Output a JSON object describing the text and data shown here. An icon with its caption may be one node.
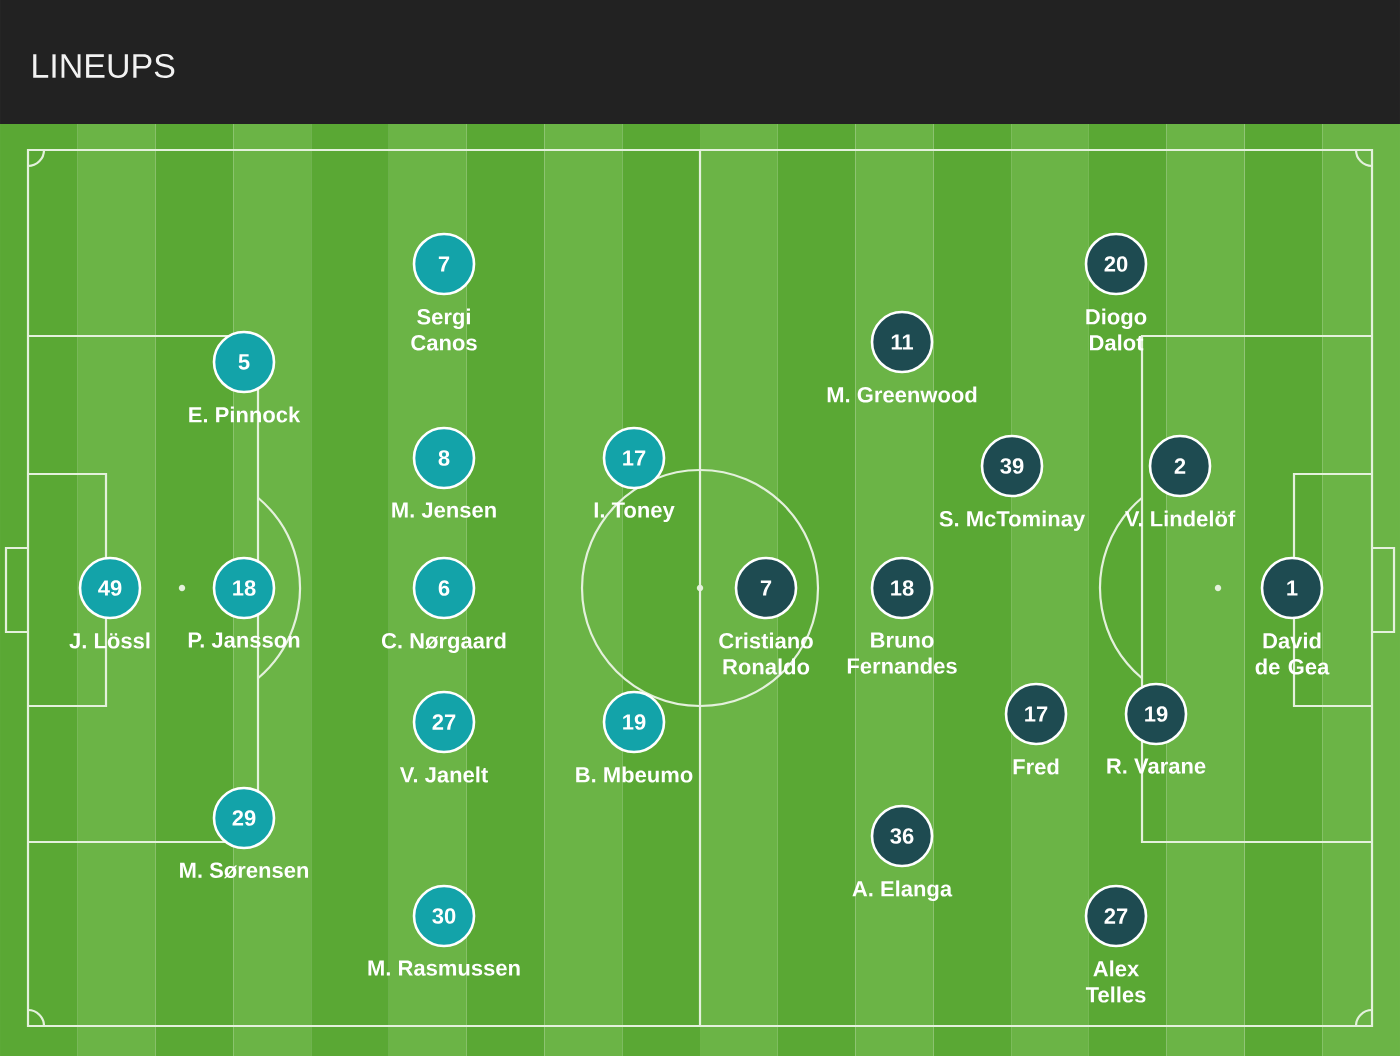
{
  "diagram": {
    "title": "LINEUPS",
    "nodes": [
      {
        "text": [
          "49"
        ],
        "beside": [
          "J. Lössl"
        ]
      },
      {
        "text": [
          "5"
        ],
        "beside": [
          "E. Pinnock"
        ]
      },
      {
        "text": [
          "18"
        ],
        "beside": [
          "P. Jansson"
        ]
      },
      {
        "text": [
          "29"
        ],
        "beside": [
          "M. Sørensen"
        ]
      },
      {
        "text": [
          "7"
        ],
        "beside": [
          "Sergi Canos"
        ]
      },
      {
        "text": [
          "8"
        ],
        "beside": [
          "M. Jensen"
        ]
      },
      {
        "text": [
          "6"
        ],
        "beside": [
          "C. Nørgaard"
        ]
      },
      {
        "text": [
          "27"
        ],
        "beside": [
          "V. Janelt"
        ]
      },
      {
        "text": [
          "30"
        ],
        "beside": [
          "M. Rasmussen"
        ]
      },
      {
        "text": [
          "17"
        ],
        "beside": [
          "I. Toney"
        ]
      },
      {
        "text": [
          "19"
        ],
        "beside": [
          "B. Mbeumo"
        ]
      },
      {
        "text": [
          "7"
        ],
        "beside": [
          "Cristiano Ronaldo"
        ]
      },
      {
        "text": [
          "11"
        ],
        "beside": [
          "M. Greenwood"
        ]
      },
      {
        "text": [
          "18"
        ],
        "beside": [
          "Bruno Fernandes"
        ]
      },
      {
        "text": [
          "36"
        ],
        "beside": [
          "A. Elanga"
        ]
      },
      {
        "text": [
          "39"
        ],
        "beside": [
          "S. McTominay"
        ]
      },
      {
        "text": [
          "17"
        ],
        "beside": [
          "Fred"
        ]
      },
      {
        "text": [
          "20"
        ],
        "beside": [
          "Diogo Dalot"
        ]
      },
      {
        "text": [
          "2"
        ],
        "beside": [
          "V. Lindelöf"
        ]
      },
      {
        "text": [
          "19"
        ],
        "beside": [
          "R. Varane"
        ]
      },
      {
        "text": [
          "27"
        ],
        "beside": [
          "Alex Telles"
        ]
      },
      {
        "text": [
          "1"
        ],
        "beside": [
          "David de Gea"
        ]
      }
    ]
  }
}
